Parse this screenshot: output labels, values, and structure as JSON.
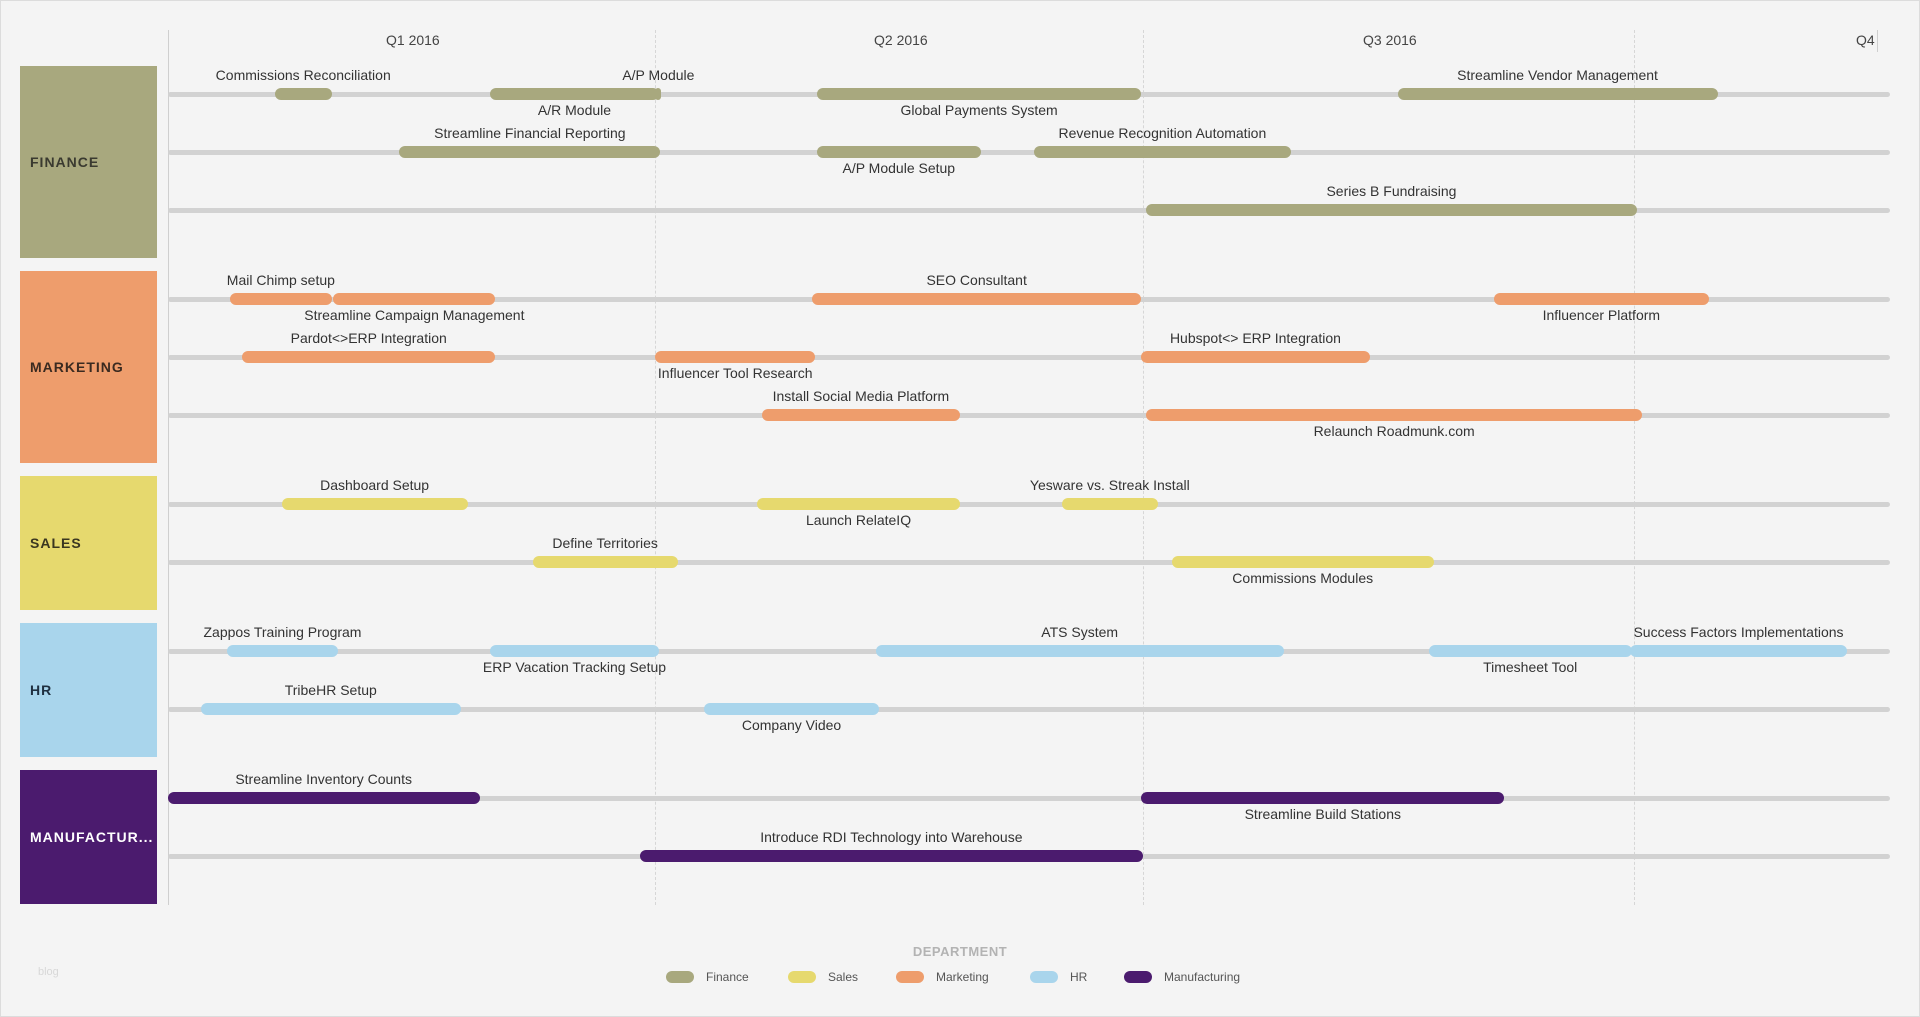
{
  "colors": {
    "finance": "#a8a87e",
    "marketing": "#ee9d6c",
    "sales": "#e6d96e",
    "hr": "#a9d5ec",
    "manufacturing": "#4b1b6e",
    "track": "#d2d2d2"
  },
  "timeline": {
    "quarters": [
      "Q1 2016",
      "Q2 2016",
      "Q3 2016",
      "Q4"
    ]
  },
  "departments": [
    {
      "key": "finance",
      "label": "FINANCE",
      "text_color": "#3a3a30",
      "lanes": [
        [
          {
            "label": "Commissions Reconciliation",
            "start": 0.062,
            "end": 0.095,
            "label_pos": "above"
          },
          {
            "label": "A/R Module",
            "start": 0.187,
            "end": 0.285,
            "label_pos": "below"
          },
          {
            "label": "A/P Module",
            "start": 0.283,
            "end": 0.286,
            "label_pos": "above"
          },
          {
            "label": "Global Payments System",
            "start": 0.377,
            "end": 0.565,
            "label_pos": "below"
          },
          {
            "label": "Streamline Vendor Management",
            "start": 0.714,
            "end": 0.9,
            "label_pos": "above"
          }
        ],
        [
          {
            "label": "Streamline Financial Reporting",
            "start": 0.134,
            "end": 0.286,
            "label_pos": "above"
          },
          {
            "label": "A/P Module Setup",
            "start": 0.377,
            "end": 0.472,
            "label_pos": "below"
          },
          {
            "label": "Revenue Recognition Automation",
            "start": 0.503,
            "end": 0.652,
            "label_pos": "above"
          }
        ],
        [
          {
            "label": "Series B Fundraising",
            "start": 0.568,
            "end": 0.853,
            "label_pos": "above"
          }
        ]
      ]
    },
    {
      "key": "marketing",
      "label": "MARKETING",
      "text_color": "#3a2a20",
      "lanes": [
        [
          {
            "label": "Mail Chimp setup",
            "start": 0.036,
            "end": 0.095,
            "label_pos": "above"
          },
          {
            "label": "Streamline Campaign Management",
            "start": 0.096,
            "end": 0.19,
            "label_pos": "below"
          },
          {
            "label": "SEO Consultant",
            "start": 0.374,
            "end": 0.565,
            "label_pos": "above"
          },
          {
            "label": "Influencer Platform",
            "start": 0.77,
            "end": 0.895,
            "label_pos": "below"
          }
        ],
        [
          {
            "label": "Pardot<>ERP Integration",
            "start": 0.043,
            "end": 0.19,
            "label_pos": "above"
          },
          {
            "label": "Influencer Tool Research",
            "start": 0.283,
            "end": 0.376,
            "label_pos": "below"
          },
          {
            "label": "Hubspot<> ERP Integration",
            "start": 0.565,
            "end": 0.698,
            "label_pos": "above"
          }
        ],
        [
          {
            "label": "Install Social Media Platform",
            "start": 0.345,
            "end": 0.46,
            "label_pos": "above"
          },
          {
            "label": "Relaunch Roadmunk.com",
            "start": 0.568,
            "end": 0.856,
            "label_pos": "below"
          }
        ]
      ]
    },
    {
      "key": "sales",
      "label": "SALES",
      "text_color": "#3a3620",
      "lanes": [
        [
          {
            "label": "Dashboard Setup",
            "start": 0.066,
            "end": 0.174,
            "label_pos": "above"
          },
          {
            "label": "Launch RelateIQ",
            "start": 0.342,
            "end": 0.46,
            "label_pos": "below"
          },
          {
            "label": "Yesware vs. Streak Install",
            "start": 0.519,
            "end": 0.575,
            "label_pos": "above"
          }
        ],
        [
          {
            "label": "Define Territories",
            "start": 0.212,
            "end": 0.296,
            "label_pos": "above"
          },
          {
            "label": "Commissions Modules",
            "start": 0.583,
            "end": 0.735,
            "label_pos": "below"
          }
        ]
      ]
    },
    {
      "key": "hr",
      "label": "HR",
      "text_color": "#203040",
      "lanes": [
        [
          {
            "label": "Zappos Training Program",
            "start": 0.034,
            "end": 0.099,
            "label_pos": "above"
          },
          {
            "label": "ERP Vacation Tracking Setup",
            "start": 0.187,
            "end": 0.285,
            "label_pos": "below"
          },
          {
            "label": "ATS System",
            "start": 0.411,
            "end": 0.648,
            "label_pos": "above"
          },
          {
            "label": "Timesheet Tool",
            "start": 0.732,
            "end": 0.85,
            "label_pos": "below"
          },
          {
            "label": "Success Factors Implementations",
            "start": 0.849,
            "end": 0.975,
            "label_pos": "above"
          }
        ],
        [
          {
            "label": "TribeHR Setup",
            "start": 0.019,
            "end": 0.17,
            "label_pos": "above"
          },
          {
            "label": "Company Video",
            "start": 0.311,
            "end": 0.413,
            "label_pos": "below"
          }
        ]
      ]
    },
    {
      "key": "manufacturing",
      "label": "MANUFACTUR...",
      "text_color": "#ffffff",
      "lanes": [
        [
          {
            "label": "Streamline Inventory Counts",
            "start": 0.0,
            "end": 0.181,
            "label_pos": "above"
          },
          {
            "label": "Streamline Build Stations",
            "start": 0.565,
            "end": 0.776,
            "label_pos": "below"
          }
        ],
        [
          {
            "label": "Introduce RDI Technology into Warehouse",
            "start": 0.274,
            "end": 0.566,
            "label_pos": "above"
          }
        ]
      ]
    }
  ],
  "legend": {
    "title": "DEPARTMENT",
    "items": [
      {
        "key": "finance",
        "label": "Finance"
      },
      {
        "key": "sales",
        "label": "Sales"
      },
      {
        "key": "marketing",
        "label": "Marketing"
      },
      {
        "key": "hr",
        "label": "HR"
      },
      {
        "key": "manufacturing",
        "label": "Manufacturing"
      }
    ]
  },
  "watermark": "blog"
}
